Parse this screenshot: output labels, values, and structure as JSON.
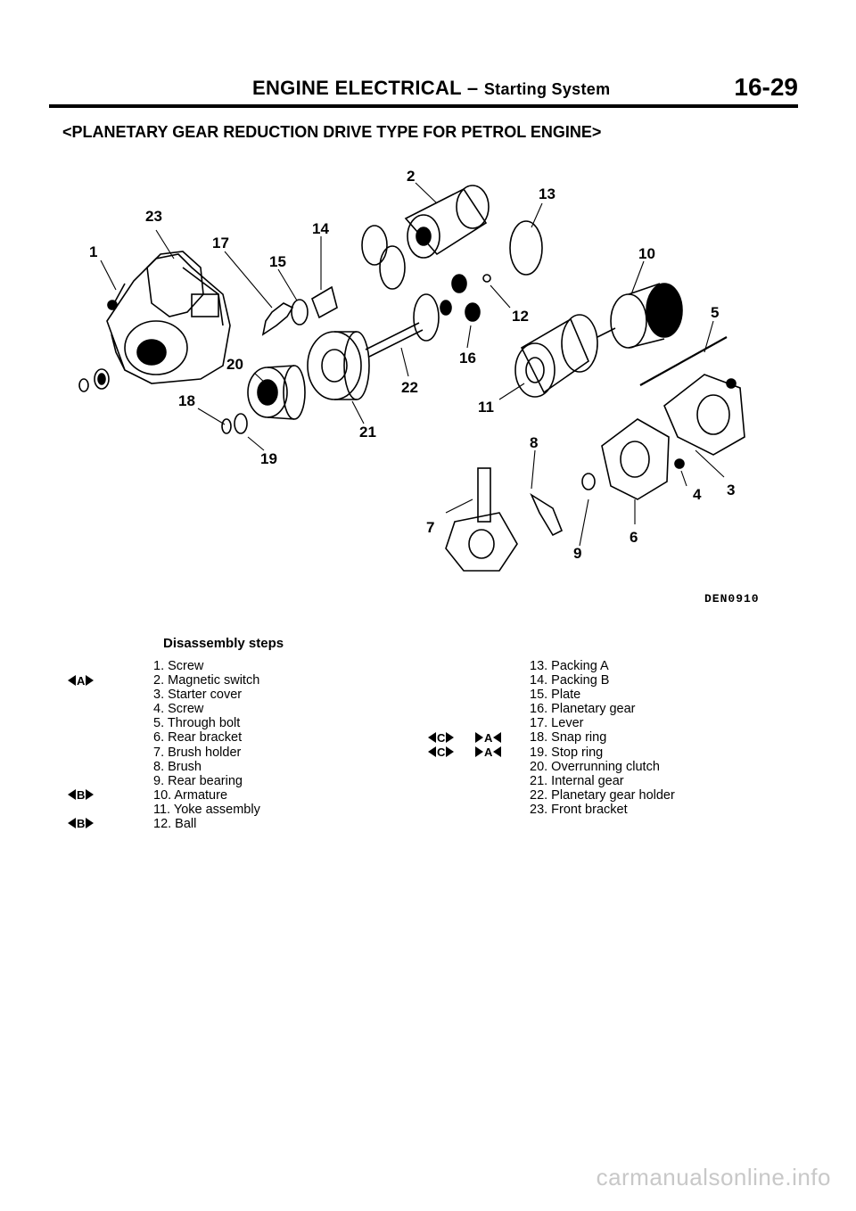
{
  "header": {
    "title": "ENGINE ELECTRICAL –",
    "subtitle": "Starting System",
    "page_number": "16-29"
  },
  "section_title": "<PLANETARY GEAR REDUCTION DRIVE TYPE FOR PETROL ENGINE>",
  "figure": {
    "code": "DEN0910",
    "callouts": [
      "1",
      "2",
      "3",
      "4",
      "5",
      "6",
      "7",
      "8",
      "9",
      "10",
      "11",
      "12",
      "13",
      "14",
      "15",
      "16",
      "17",
      "18",
      "19",
      "20",
      "21",
      "22",
      "23"
    ]
  },
  "steps": {
    "title": "Disassembly steps",
    "left": [
      "1. Screw",
      "2. Magnetic switch",
      "3. Starter cover",
      "4. Screw",
      "5. Through bolt",
      "6. Rear bracket",
      "7. Brush holder",
      "8. Brush",
      "9. Rear bearing",
      "10. Armature",
      "11. Yoke assembly",
      "12. Ball"
    ],
    "right": [
      "13. Packing A",
      "14. Packing B",
      "15. Plate",
      "16. Planetary gear",
      "17. Lever",
      "18. Snap ring",
      "19. Stop ring",
      "20. Overrunning clutch",
      "21. Internal gear",
      "22. Planetary gear holder",
      "23. Front bracket"
    ],
    "marks": {
      "step2": "A",
      "step10": "B",
      "step12": "B",
      "step18_removal": "C",
      "step18_install": "A",
      "step19_removal": "C",
      "step19_install": "A"
    }
  },
  "watermark": "carmanualsonline.info"
}
